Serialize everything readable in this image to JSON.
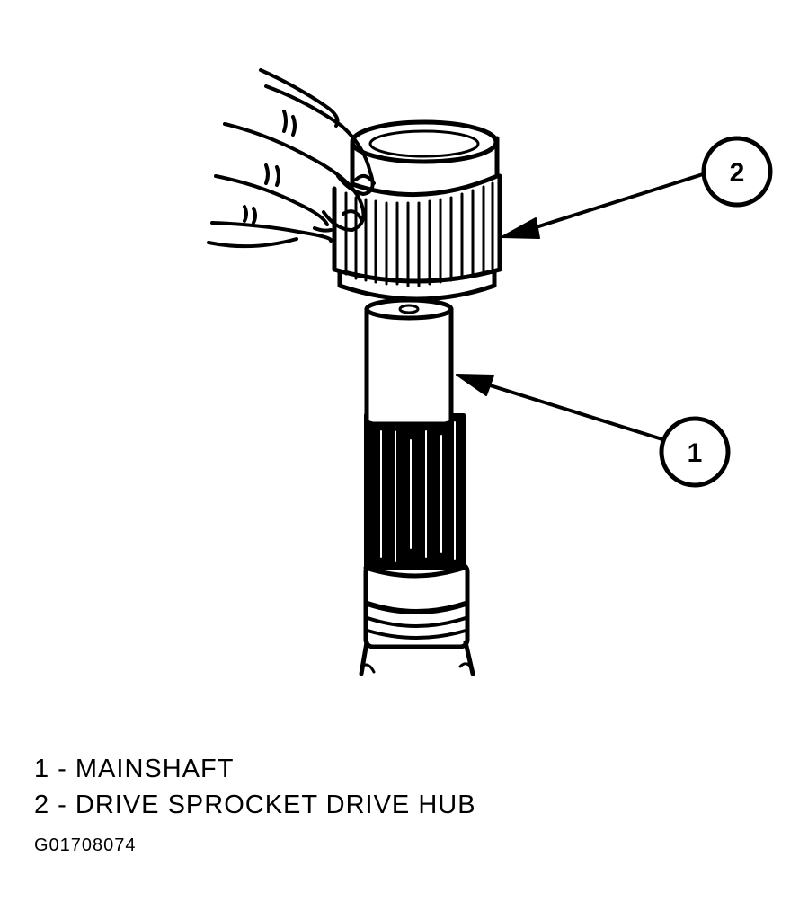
{
  "callouts": [
    {
      "number": "1"
    },
    {
      "number": "2"
    }
  ],
  "legend": [
    {
      "text": "1 - MAINSHAFT"
    },
    {
      "text": "2 - DRIVE SPROCKET DRIVE HUB"
    }
  ],
  "figure_id": "G01708074",
  "colors": {
    "ink": "#000000",
    "paper": "#ffffff"
  }
}
